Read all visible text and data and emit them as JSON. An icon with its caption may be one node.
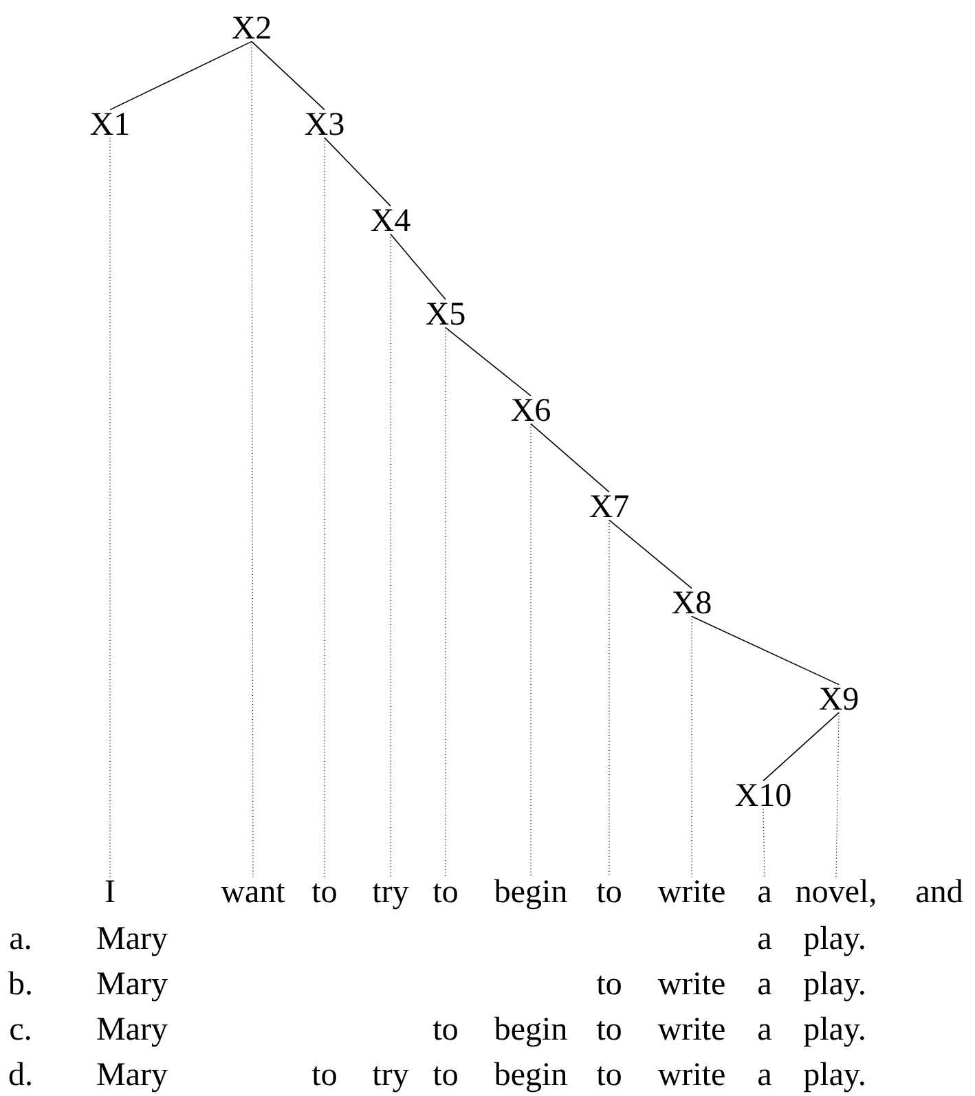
{
  "diagram": {
    "nodes": [
      {
        "text": [
          "X2"
        ]
      },
      {
        "text": [
          "X1"
        ]
      },
      {
        "text": [
          "X3"
        ]
      },
      {
        "text": [
          "X4"
        ]
      },
      {
        "text": [
          "X5"
        ]
      },
      {
        "text": [
          "X6"
        ]
      },
      {
        "text": [
          "X7"
        ]
      },
      {
        "text": [
          "X8"
        ]
      },
      {
        "text": [
          "X9"
        ]
      },
      {
        "text": [
          "X10"
        ]
      },
      {
        "text": [
          "I"
        ]
      },
      {
        "text": [
          "want"
        ]
      },
      {
        "text": [
          "to"
        ]
      },
      {
        "text": [
          "try"
        ]
      },
      {
        "text": [
          "to"
        ]
      },
      {
        "text": [
          "begin"
        ]
      },
      {
        "text": [
          "to"
        ]
      },
      {
        "text": [
          "write"
        ]
      },
      {
        "text": [
          "a"
        ]
      },
      {
        "text": [
          "novel,"
        ]
      }
    ],
    "edges": [
      {
        "from": 0,
        "to": 1,
        "arrow": "none"
      },
      {
        "from": 0,
        "to": 2,
        "arrow": "none"
      },
      {
        "from": 2,
        "to": 3,
        "arrow": "none"
      },
      {
        "from": 3,
        "to": 4,
        "arrow": "none"
      },
      {
        "from": 4,
        "to": 5,
        "arrow": "none"
      },
      {
        "from": 5,
        "to": 6,
        "arrow": "none"
      },
      {
        "from": 6,
        "to": 7,
        "arrow": "none"
      },
      {
        "from": 7,
        "to": 8,
        "arrow": "none"
      },
      {
        "from": 8,
        "to": 9,
        "arrow": "none"
      },
      {
        "from": 1,
        "to": 10,
        "arrow": "none",
        "style": "dashed"
      },
      {
        "from": 0,
        "to": 11,
        "arrow": "none",
        "style": "dashed"
      },
      {
        "from": 2,
        "to": 12,
        "arrow": "none",
        "style": "dashed"
      },
      {
        "from": 3,
        "to": 13,
        "arrow": "none",
        "style": "dashed"
      },
      {
        "from": 4,
        "to": 14,
        "arrow": "none",
        "style": "dashed"
      },
      {
        "from": 5,
        "to": 15,
        "arrow": "none",
        "style": "dashed"
      },
      {
        "from": 6,
        "to": 16,
        "arrow": "none",
        "style": "dashed"
      },
      {
        "from": 7,
        "to": 17,
        "arrow": "none",
        "style": "dashed"
      },
      {
        "from": 9,
        "to": 18,
        "arrow": "none",
        "style": "dashed"
      },
      {
        "from": 8,
        "to": 19,
        "arrow": "none",
        "style": "dashed"
      }
    ],
    "labels": [
      "and",
      "a.",
      "Mary",
      "a",
      "play.",
      "b.",
      "Mary",
      "to",
      "write",
      "a",
      "play.",
      "c.",
      "Mary",
      "to",
      "begin",
      "to",
      "write",
      "a",
      "play.",
      "d.",
      "Mary",
      "to",
      "try",
      "to",
      "begin",
      "to",
      "write",
      "a",
      "play."
    ]
  }
}
